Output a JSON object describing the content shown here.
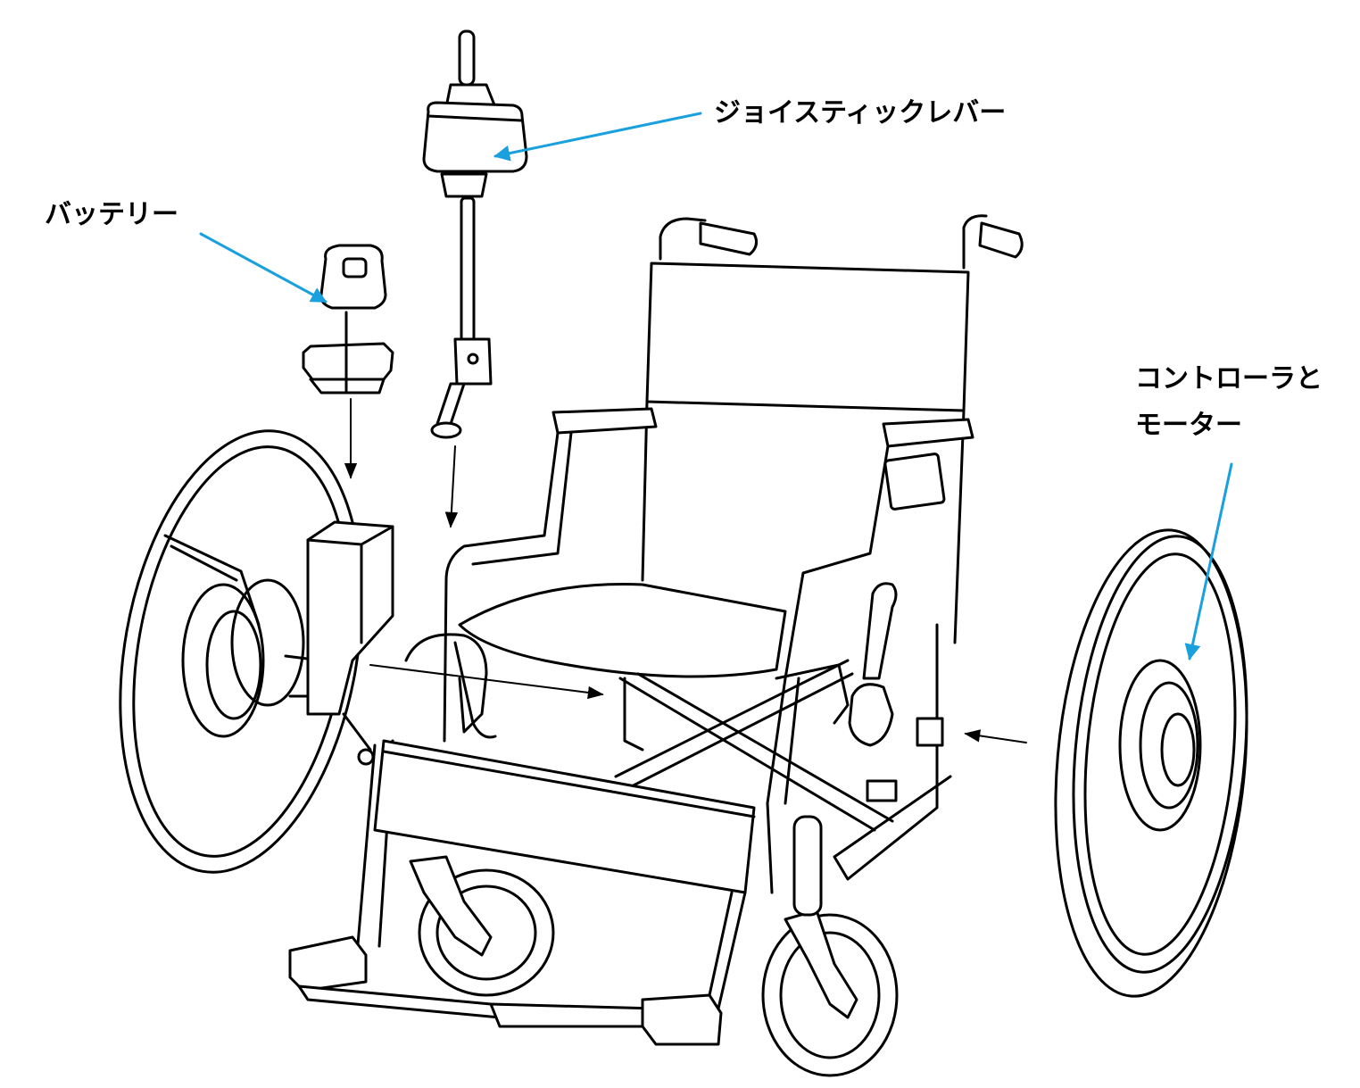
{
  "labels": {
    "joystick": "ジョイスティックレバー",
    "battery": "バッテリー",
    "controller_line1": "コントローラと",
    "controller_line2": "モーター"
  },
  "colors": {
    "callout_arrow": "#1aa0dc",
    "linework": "#000000",
    "background": "#ffffff"
  }
}
